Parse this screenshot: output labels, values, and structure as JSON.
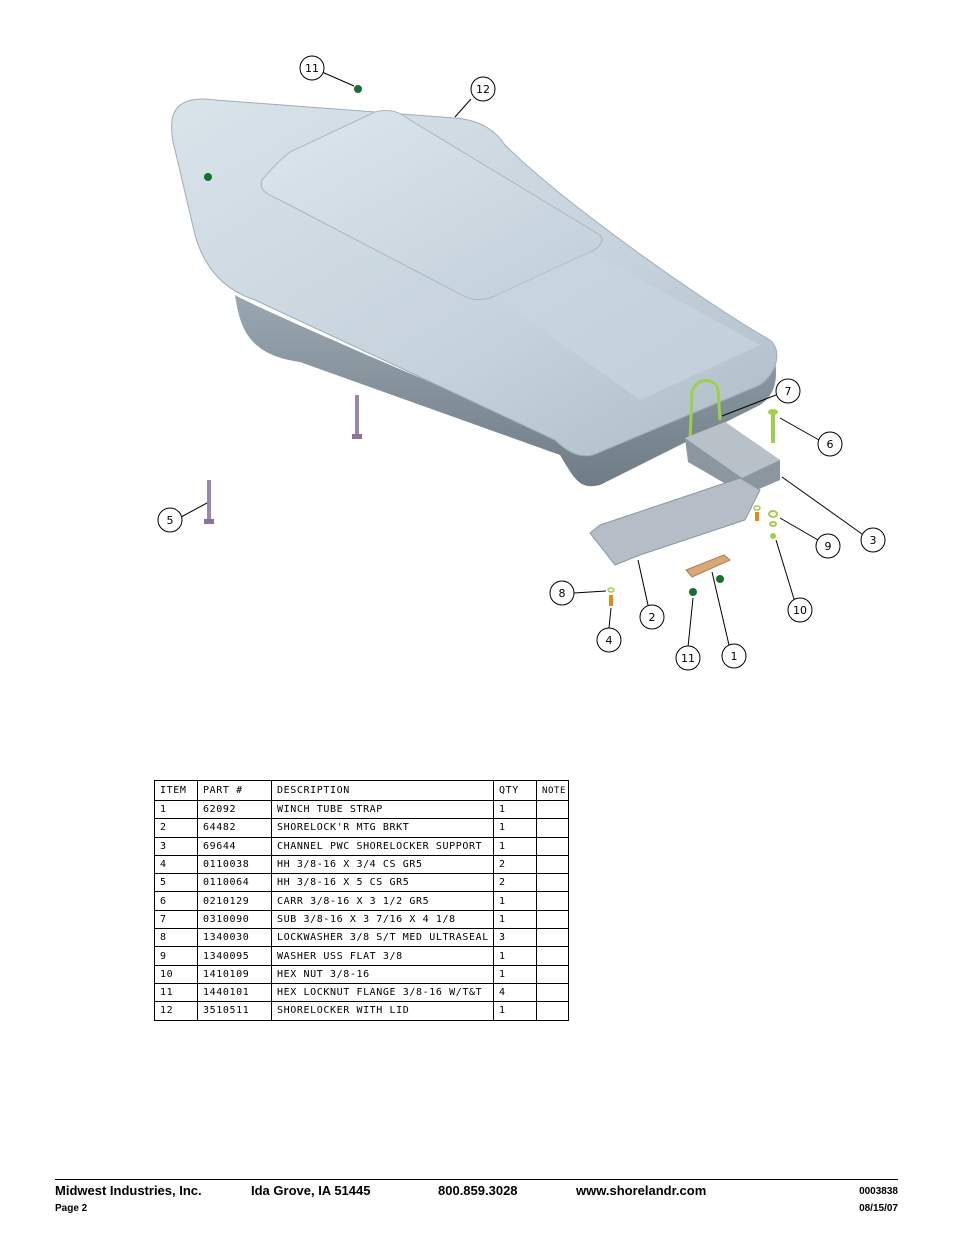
{
  "callouts": {
    "c11a": "11",
    "c12": "12",
    "c7": "7",
    "c6": "6",
    "c3": "3",
    "c9": "9",
    "c10": "10",
    "c5": "5",
    "c8": "8",
    "c2": "2",
    "c4": "4",
    "c11b": "11",
    "c1": "1"
  },
  "table": {
    "headers": [
      "ITEM",
      "PART #",
      "DESCRIPTION",
      "QTY",
      "NOTE"
    ],
    "rows": [
      {
        "item": "1",
        "part": "62092",
        "desc": "WINCH TUBE STRAP",
        "qty": "1",
        "note": ""
      },
      {
        "item": "2",
        "part": "64482",
        "desc": "SHORELOCK'R MTG BRKT",
        "qty": "1",
        "note": ""
      },
      {
        "item": "3",
        "part": "69644",
        "desc": "CHANNEL PWC SHORELOCKER SUPPORT",
        "qty": "1",
        "note": ""
      },
      {
        "item": "4",
        "part": "0110038",
        "desc": "HH 3/8-16 X 3/4 CS GR5",
        "qty": "2",
        "note": ""
      },
      {
        "item": "5",
        "part": "0110064",
        "desc": "HH 3/8-16 X 5 CS GR5",
        "qty": "2",
        "note": ""
      },
      {
        "item": "6",
        "part": "0210129",
        "desc": "CARR 3/8-16 X 3 1/2 GR5",
        "qty": "1",
        "note": ""
      },
      {
        "item": "7",
        "part": "0310090",
        "desc": "SUB 3/8-16 X 3 7/16 X 4 1/8",
        "qty": "1",
        "note": ""
      },
      {
        "item": "8",
        "part": "1340030",
        "desc": "LOCKWASHER 3/8 S/T MED ULTRASEAL",
        "qty": "3",
        "note": ""
      },
      {
        "item": "9",
        "part": "1340095",
        "desc": "WASHER USS FLAT 3/8",
        "qty": "1",
        "note": ""
      },
      {
        "item": "10",
        "part": "1410109",
        "desc": "HEX NUT 3/8-16",
        "qty": "1",
        "note": ""
      },
      {
        "item": "11",
        "part": "1440101",
        "desc": "HEX LOCKNUT FLANGE 3/8-16 W/T&T",
        "qty": "4",
        "note": ""
      },
      {
        "item": "12",
        "part": "3510511",
        "desc": "SHORELOCKER WITH LID",
        "qty": "1",
        "note": ""
      }
    ]
  },
  "footer": {
    "company": "Midwest Industries, Inc.",
    "location": "Ida Grove, IA  51445",
    "phone": "800.859.3028",
    "website": "www.shorelandr.com",
    "doc_number": "0003838",
    "page": "Page 2",
    "date": "08/15/07"
  },
  "colors": {
    "body_light": "#d2dde6",
    "body_dark": "#7e8b95",
    "bracket": "#b5bec6",
    "bolt_purple": "#9c86ad",
    "bolt_green": "#9ed04a",
    "nut_green": "#1b6e32",
    "bolt_orange": "#e08a1c",
    "strap": "#d8a878"
  }
}
